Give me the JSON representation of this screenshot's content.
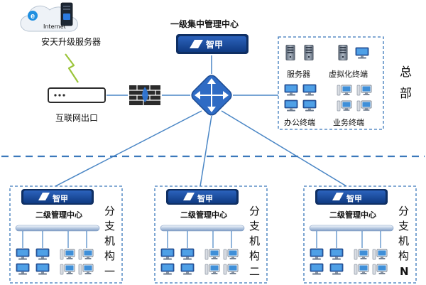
{
  "colors": {
    "line": "#4a86c5",
    "dash": "#3b78bb",
    "device_blue": "#1b4ea3",
    "device_dark": "#0f2f63",
    "router_blue": "#2f6bc4",
    "firewall": "#2a2a2a",
    "cloud": "#e9eef4",
    "lightning": "#9cc53b"
  },
  "top": {
    "cloud": {
      "internet_label": "Internet",
      "caption": "安天升级服务器",
      "icon": "internet-explorer-icon"
    },
    "gateway": {
      "caption": "互联网出口",
      "icon": "router-icon"
    },
    "firewall": {
      "icon": "firewall-icon"
    },
    "core_switch": {
      "icon": "core-switch-icon"
    },
    "primary_center": {
      "title": "一级集中管理中心",
      "brand": "智甲",
      "icon": "appliance-icon"
    },
    "hq_box": {
      "servers": "服务器",
      "virtual_terminals": "虚拟化终端",
      "office_terminals": "办公终端",
      "business_terminals": "业务终端"
    },
    "hq_label": [
      "总",
      "部"
    ]
  },
  "branches": [
    {
      "center_label": "二级管理中心",
      "brand": "智甲",
      "side_label": [
        "分",
        "支",
        "机",
        "构",
        "一"
      ]
    },
    {
      "center_label": "二级管理中心",
      "brand": "智甲",
      "side_label": [
        "分",
        "支",
        "机",
        "构",
        "二"
      ]
    },
    {
      "center_label": "二级管理中心",
      "brand": "智甲",
      "side_label": [
        "分",
        "支",
        "机",
        "构",
        "N"
      ]
    }
  ]
}
